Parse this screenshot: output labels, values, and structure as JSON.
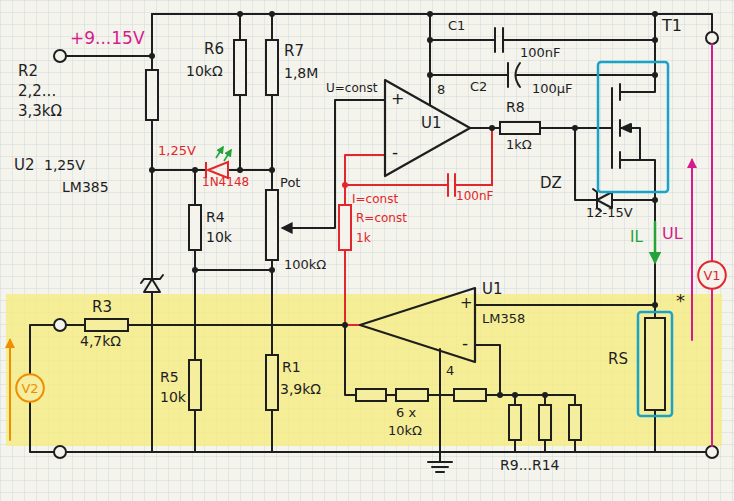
{
  "diagram": {
    "nodes": [
      {
        "text": [
          "+",
          "-",
          "U1"
        ]
      },
      {
        "text": [
          "V1"
        ]
      },
      {
        "text": [
          "+",
          "-",
          "U1",
          "LM358"
        ]
      },
      {
        "text": [
          "V2"
        ]
      }
    ],
    "edges": [
      {
        "from": 2,
        "to": 0,
        "arrow": "none"
      }
    ],
    "labels": [
      "+9...15V",
      "R2",
      "2,2...",
      "3,3kΩ",
      "R6",
      "10kΩ",
      "R7",
      "1,8M",
      "C1",
      "100nF",
      "8",
      "C2",
      "100µF",
      "T1",
      "U2",
      "1,25V",
      "LM385",
      "1,25V",
      "1N4148",
      "R4",
      "10k",
      "Pot",
      "100kΩ",
      "U=const",
      "R8",
      "1kΩ",
      "100nF",
      "DZ",
      "I=const",
      "R=const",
      "1k",
      "12-15V",
      "UL",
      "IL",
      "*",
      "RS",
      "R3",
      "4,7kΩ",
      "R5",
      "10k",
      "R1",
      "3,9kΩ",
      "4",
      "6 x",
      "10kΩ",
      "R9...R14"
    ]
  }
}
